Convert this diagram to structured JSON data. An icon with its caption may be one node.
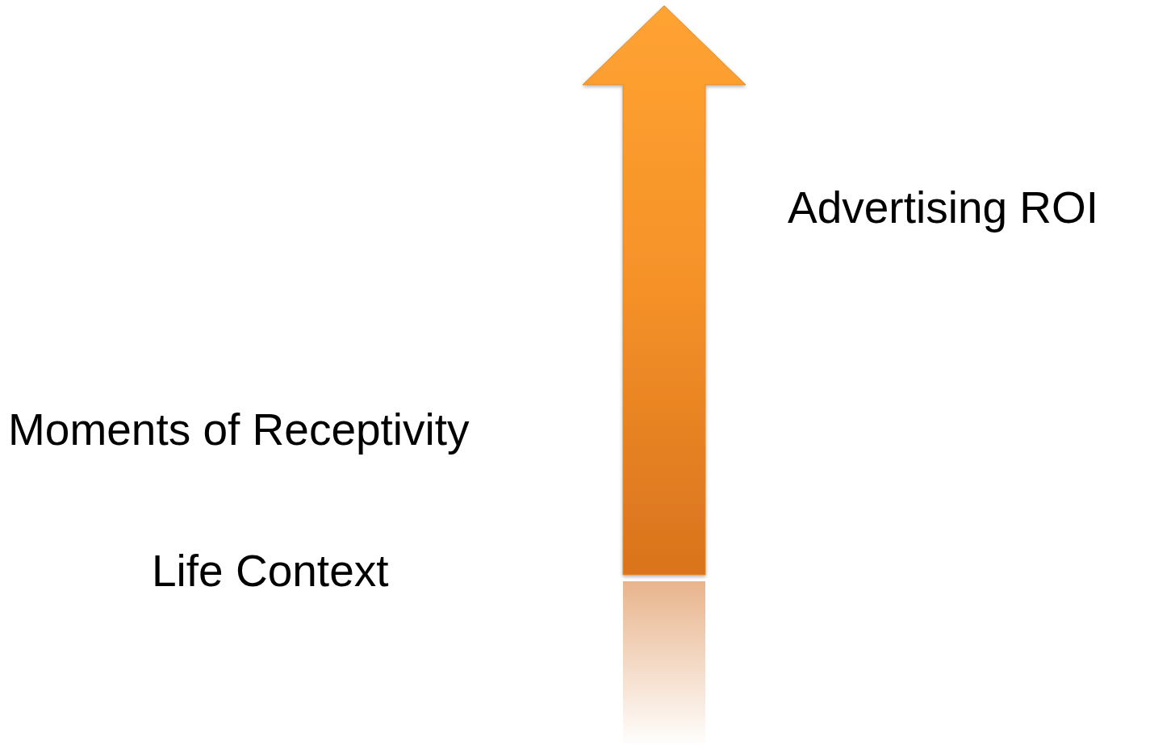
{
  "diagram": {
    "labels": [
      "Advertising ROI",
      "Moments of Receptivity",
      "Life Context"
    ]
  }
}
